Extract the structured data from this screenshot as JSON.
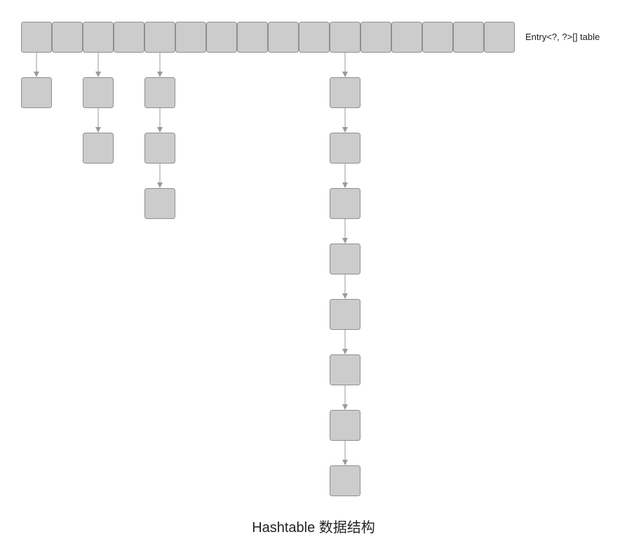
{
  "table_label": "Entry<?, ?>[] table",
  "title": "Hashtable 数据结构",
  "colors": {
    "cell_fill": "#cccccc",
    "cell_border": "#8f8f8f",
    "arrow": "#9a9a9a",
    "text": "#222222"
  },
  "table": {
    "bucket_count": 16,
    "chains": [
      {
        "bucket_index": 0,
        "node_count": 1
      },
      {
        "bucket_index": 2,
        "node_count": 2
      },
      {
        "bucket_index": 4,
        "node_count": 3
      },
      {
        "bucket_index": 10,
        "node_count": 8
      }
    ]
  }
}
